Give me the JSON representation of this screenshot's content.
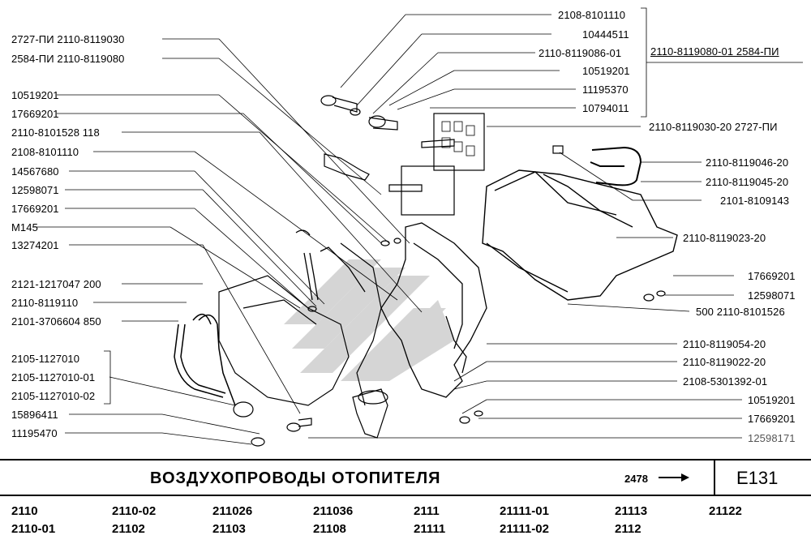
{
  "header": {
    "title": "ВОЗДУХОПРОВОДЫ   ОТОПИТЕЛЯ",
    "ref": "2478",
    "code": "E131"
  },
  "labels": {
    "left": [
      "2727-ПИ  2110-8119030",
      "2584-ПИ  2110-8119080",
      "10519201",
      "17669201",
      "2110-8101528  118",
      "2108-8101110",
      "14567680",
      "12598071",
      "17669201",
      "M145",
      "13274201",
      "2121-1217047  200",
      "2110-8119110",
      "2101-3706604  850",
      "2105-1127010",
      "2105-1127010-01",
      "2105-1127010-02",
      "15896411",
      "11195470"
    ],
    "right_top": [
      "2108-8101110",
      "10444511",
      "2110-8119086-01",
      "10519201",
      "11195370",
      "10794011"
    ],
    "right": [
      "2110-8119030-20  2727-ПИ",
      "2110-8119046-20",
      "2110-8119045-20",
      "2101-8109143",
      "2110-8119023-20",
      "17669201",
      "12598071",
      "500  2110-8101526",
      "2110-8119054-20",
      "2110-8119022-20",
      "2108-5301392-01",
      "10519201",
      "17669201",
      "12598171"
    ],
    "bracket_right": "2110-8119080-01  2584-ПИ"
  },
  "models": {
    "row1": [
      "2110",
      "2110-02",
      "211026",
      "211036",
      "2111",
      "21111-01",
      "21113",
      "21122"
    ],
    "row2": [
      "2110-01",
      "21102",
      "21103",
      "21108",
      "21111",
      "21111-02",
      "2112"
    ]
  }
}
